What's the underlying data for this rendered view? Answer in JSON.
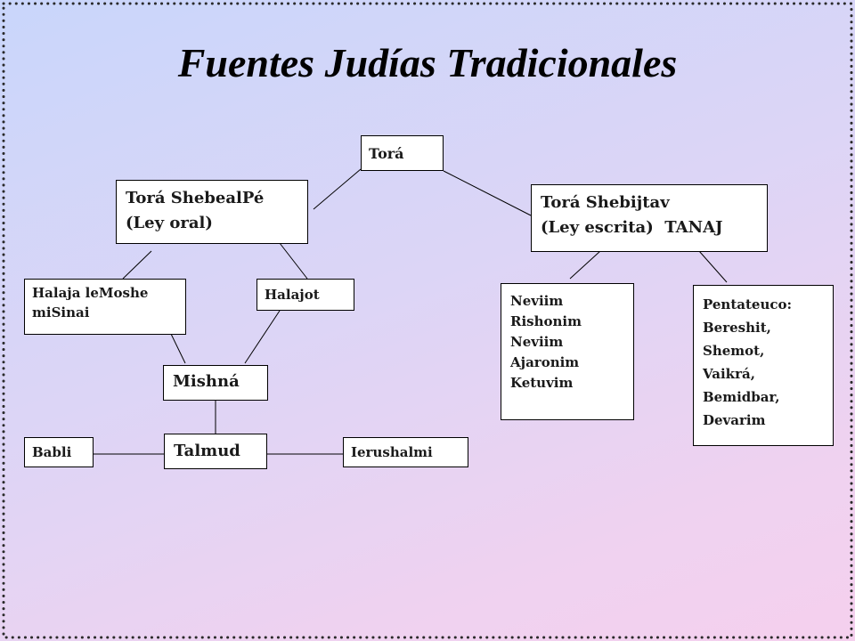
{
  "slide": {
    "title": "Fuentes Judías Tradicionales"
  },
  "nodes": {
    "tora": "Torá",
    "tora_oral": [
      "Torá ShebealPé",
      "(Ley oral)"
    ],
    "tora_escrita": [
      "Torá Shebijtav",
      "(Ley escrita)  TANAJ"
    ],
    "halaja_lemoshe": [
      "Halaja leMoshe",
      "miSinai"
    ],
    "halajot": "Halajot",
    "mishna": "Mishná",
    "talmud": "Talmud",
    "babli": "Babli",
    "ierushalmi": "Ierushalmi",
    "neviim": [
      "Neviim",
      "Rishonim",
      "Neviim",
      "Ajaronim",
      "Ketuvim"
    ],
    "pentateuco": [
      "Pentateuco:",
      "Bereshit,",
      "Shemot,",
      "Vaikrá,",
      "Bemidbar,",
      "Devarim"
    ]
  },
  "colors": {
    "background_top": "#c9d6fb",
    "background_bottom": "#f5d0ee",
    "box_fill": "#ffffff",
    "line": "#000000",
    "border_dots": "#2a2a2a"
  }
}
